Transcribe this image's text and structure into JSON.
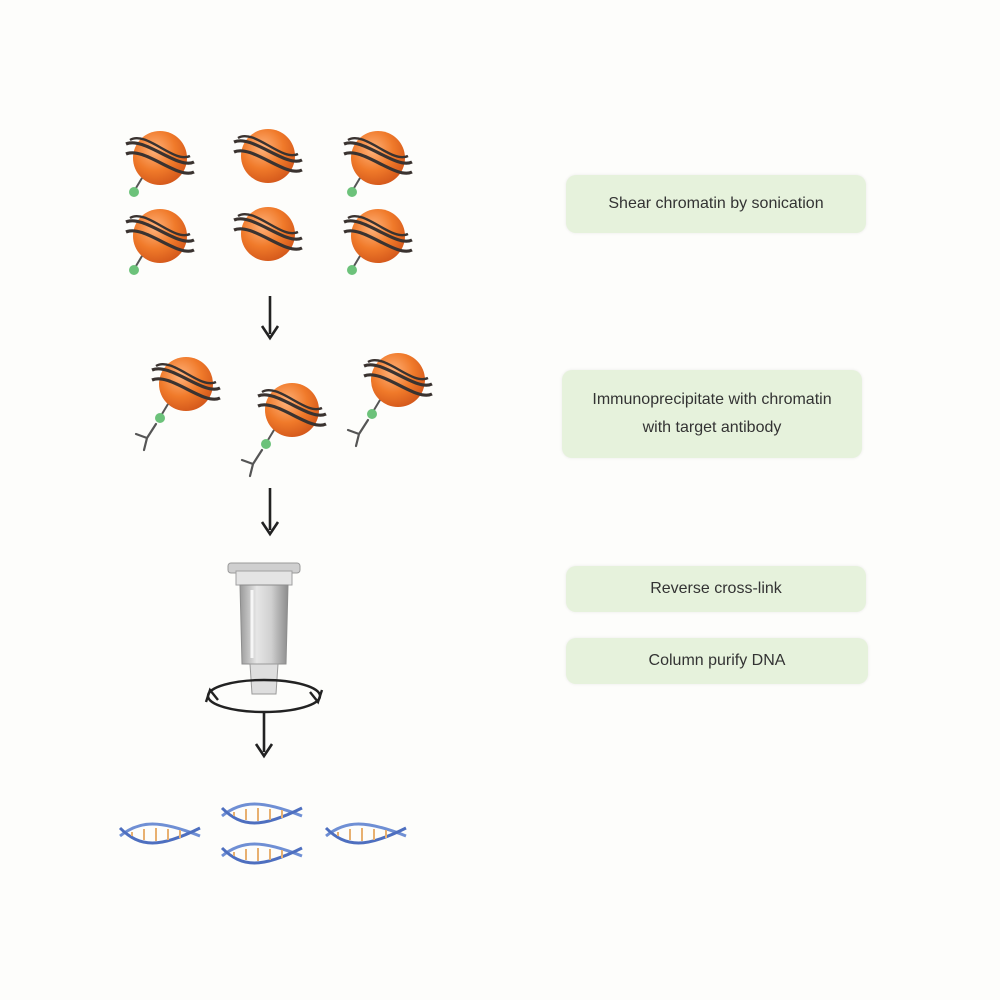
{
  "colors": {
    "nucleosome": "#ef7a2a",
    "nucleosome_shade": "#d9581a",
    "dna_wrap": "#3a3330",
    "tag": "#6cc27a",
    "antibody": "#555555",
    "arrow": "#222222",
    "step_box": "#e6f2dc",
    "dna_blue": "#6f8fd4",
    "dna_rung": "#e8b070"
  },
  "steps": [
    {
      "text": "Shear chromatin by sonication"
    },
    {
      "text": "Immunoprecipitate with chromatin\nwith target antibody"
    },
    {
      "text": "Reverse cross-link"
    },
    {
      "text": "Column purify DNA"
    }
  ]
}
